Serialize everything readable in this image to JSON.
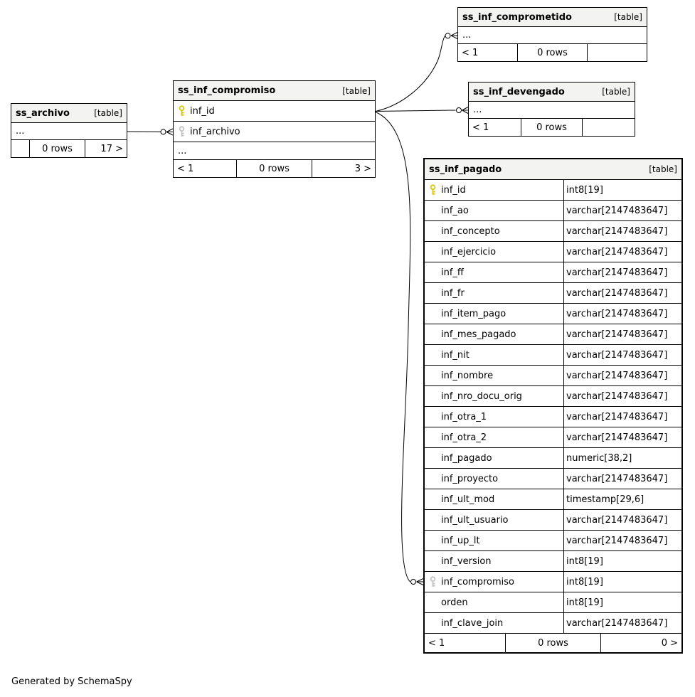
{
  "page": {
    "generator_note": "Generated by SchemaSpy"
  },
  "colors": {
    "header_bg": "#f3f3f1",
    "border": "#000000",
    "primary_key_icon": "#d9c60a",
    "foreign_key_icon": "#c3c3c3",
    "background": "#ffffff"
  },
  "tables": {
    "ss_archivo": {
      "name": "ss_archivo",
      "badge": "[table]",
      "ellipsis": "...",
      "footer": {
        "paginate_prev": "",
        "rows": "0 rows",
        "paginate_next": "17 >"
      }
    },
    "ss_inf_compromiso": {
      "name": "ss_inf_compromiso",
      "badge": "[table]",
      "columns": [
        {
          "name": "inf_id",
          "key": "primary"
        },
        {
          "name": "inf_archivo",
          "key": "foreign"
        }
      ],
      "ellipsis": "...",
      "footer": {
        "paginate_prev": "< 1",
        "rows": "0 rows",
        "paginate_next": "3 >"
      }
    },
    "ss_inf_comprometido": {
      "name": "ss_inf_comprometido",
      "badge": "[table]",
      "ellipsis": "...",
      "footer": {
        "paginate_prev": "< 1",
        "rows": "0 rows",
        "paginate_next": ""
      }
    },
    "ss_inf_devengado": {
      "name": "ss_inf_devengado",
      "badge": "[table]",
      "ellipsis": "...",
      "footer": {
        "paginate_prev": "< 1",
        "rows": "0 rows",
        "paginate_next": ""
      }
    },
    "ss_inf_pagado": {
      "name": "ss_inf_pagado",
      "badge": "[table]",
      "columns": [
        {
          "name": "inf_id",
          "type": "int8[19]",
          "key": "primary"
        },
        {
          "name": "inf_ao",
          "type": "varchar[2147483647]"
        },
        {
          "name": "inf_concepto",
          "type": "varchar[2147483647]"
        },
        {
          "name": "inf_ejercicio",
          "type": "varchar[2147483647]"
        },
        {
          "name": "inf_ff",
          "type": "varchar[2147483647]"
        },
        {
          "name": "inf_fr",
          "type": "varchar[2147483647]"
        },
        {
          "name": "inf_item_pago",
          "type": "varchar[2147483647]"
        },
        {
          "name": "inf_mes_pagado",
          "type": "varchar[2147483647]"
        },
        {
          "name": "inf_nit",
          "type": "varchar[2147483647]"
        },
        {
          "name": "inf_nombre",
          "type": "varchar[2147483647]"
        },
        {
          "name": "inf_nro_docu_orig",
          "type": "varchar[2147483647]"
        },
        {
          "name": "inf_otra_1",
          "type": "varchar[2147483647]"
        },
        {
          "name": "inf_otra_2",
          "type": "varchar[2147483647]"
        },
        {
          "name": "inf_pagado",
          "type": "numeric[38,2]"
        },
        {
          "name": "inf_proyecto",
          "type": "varchar[2147483647]"
        },
        {
          "name": "inf_ult_mod",
          "type": "timestamp[29,6]"
        },
        {
          "name": "inf_ult_usuario",
          "type": "varchar[2147483647]"
        },
        {
          "name": "inf_up_lt",
          "type": "varchar[2147483647]"
        },
        {
          "name": "inf_version",
          "type": "int8[19]"
        },
        {
          "name": "inf_compromiso",
          "type": "int8[19]",
          "key": "foreign"
        },
        {
          "name": "orden",
          "type": "int8[19]"
        },
        {
          "name": "inf_clave_join",
          "type": "varchar[2147483647]"
        }
      ],
      "footer": {
        "paginate_prev": "< 1",
        "rows": "0 rows",
        "paginate_next": "0 >"
      }
    }
  },
  "relationships": [
    {
      "parent": "ss_archivo",
      "child": "ss_inf_compromiso",
      "child_column": "inf_archivo"
    },
    {
      "parent": "ss_inf_compromiso",
      "parent_column": "inf_id",
      "child": "ss_inf_comprometido"
    },
    {
      "parent": "ss_inf_compromiso",
      "parent_column": "inf_id",
      "child": "ss_inf_devengado"
    },
    {
      "parent": "ss_inf_compromiso",
      "parent_column": "inf_id",
      "child": "ss_inf_pagado",
      "child_column": "inf_compromiso"
    }
  ]
}
